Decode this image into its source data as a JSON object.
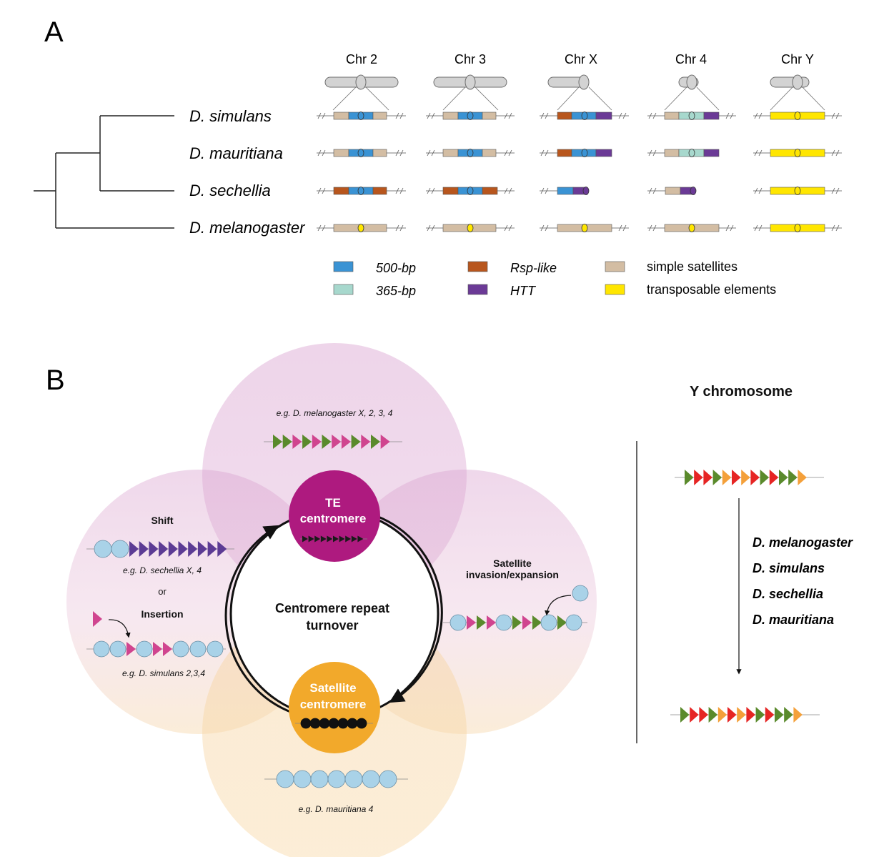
{
  "panel_a": {
    "label": "A",
    "chromosomes": [
      "Chr 2",
      "Chr 3",
      "Chr X",
      "Chr 4",
      "Chr Y"
    ],
    "species": [
      {
        "name": "D. simulans"
      },
      {
        "name": "D. mauritiana"
      },
      {
        "name": "D. sechellia"
      },
      {
        "name": "D. melanogaster"
      }
    ],
    "legend": [
      {
        "label": "500-bp",
        "color": "#3a93d4",
        "italic": true
      },
      {
        "label": "365-bp",
        "color": "#a7d8cd",
        "italic": true
      },
      {
        "label": "Rsp-like",
        "color": "#b8561d",
        "italic": true
      },
      {
        "label": "HTT",
        "color": "#6b3a96",
        "italic": true
      },
      {
        "label": "simple satellites",
        "color": "#d3bda3",
        "italic": false
      },
      {
        "label": "transposable elements",
        "color": "#ffe600",
        "italic": false
      }
    ]
  },
  "panel_b": {
    "label": "B",
    "top_example": "e.g. D. melanogaster X, 2, 3, 4",
    "shift_title": "Shift",
    "shift_example": "e.g. D. sechellia X, 4",
    "or_text": "or",
    "insertion_title": "Insertion",
    "insertion_example": "e.g. D. simulans 2,3,4",
    "satellite_invasion_line1": "Satellite",
    "satellite_invasion_line2": "invasion/expansion",
    "te_centromere_line1": "TE",
    "te_centromere_line2": "centromere",
    "turnover_line1": "Centromere repeat",
    "turnover_line2": "turnover",
    "sat_centromere_line1": "Satellite",
    "sat_centromere_line2": "centromere",
    "bottom_example": "e.g. D. mauritiana 4",
    "y_title": "Y chromosome",
    "y_species": [
      "D. melanogaster",
      "D. simulans",
      "D. sechellia",
      "D. mauritiana"
    ]
  },
  "colors": {
    "te_magenta": "#ae1a7f",
    "satellite_orange": "#f2a92b",
    "green_triangle": "#5a8a2c",
    "pink_triangle": "#d0458f",
    "purple_triangle": "#5c3b94",
    "red_triangle": "#e62524",
    "orange_triangle": "#f4a03a",
    "blue_circle": "#a9d2e8"
  }
}
